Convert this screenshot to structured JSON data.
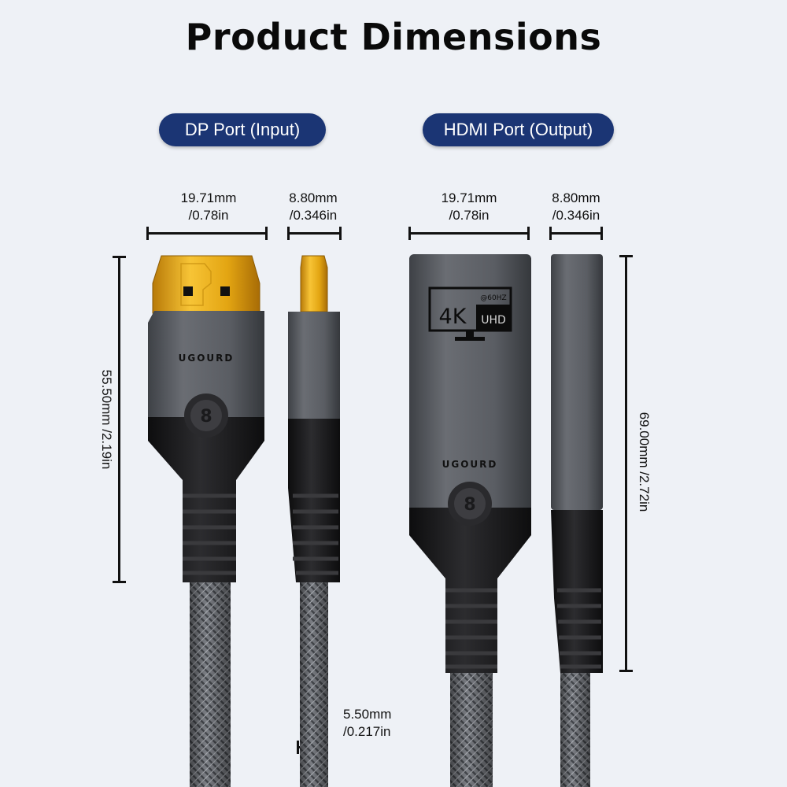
{
  "title": "Product Dimensions",
  "labels": {
    "dp_port": "DP Port (Input)",
    "hdmi_port": "HDMI Port (Output)"
  },
  "dimensions": {
    "dp_width_mm": "19.71mm",
    "dp_width_in": "/0.78in",
    "dp_depth_mm": "8.80mm",
    "dp_depth_in": "/0.346in",
    "hdmi_width_mm": "19.71mm",
    "hdmi_width_in": "/0.78in",
    "hdmi_depth_mm": "8.80mm",
    "hdmi_depth_in": "/0.346in",
    "dp_length": "55.50mm /2.19in",
    "hdmi_length": "69.00mm /2.72in",
    "cable_mm": "5.50mm",
    "cable_in": "/0.217in"
  },
  "brand": "UGOURD",
  "badge": {
    "resolution": "4K",
    "refresh": "@60HZ",
    "quality": "UHD"
  },
  "colors": {
    "pill": "#1b3574",
    "housing": "#5d6066",
    "gold": "#e3a512",
    "rubber": "#1c1c1e",
    "background": "#eef1f6"
  }
}
